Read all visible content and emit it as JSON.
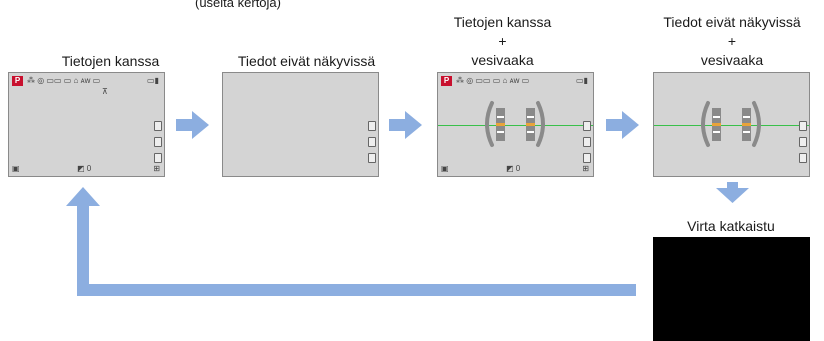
{
  "header_text": "(useita kertoja)",
  "stages": [
    {
      "caption": "Tietojen kanssa"
    },
    {
      "caption": "Tiedot eivät näkyvissä"
    },
    {
      "caption": [
        "Tietojen kanssa",
        "+",
        "vesivaaka"
      ]
    },
    {
      "caption": [
        "Tiedot eivät näkyvissä",
        "+",
        "vesivaaka"
      ]
    },
    {
      "caption": "Virta katkaistu"
    }
  ],
  "screen_indicators": {
    "mode": "P",
    "top_row": "⁂ ◎ ▭▭ ▭ ⌂ ᴀᴡ ▭",
    "battery": "▭▮",
    "bottom_left": "▣",
    "bottom_center": "◩ 0",
    "bottom_right": "⊞"
  },
  "colors": {
    "arrow": "#8caee0",
    "screen": "#d4d4d4",
    "level_line": "#39c04a",
    "mode_badge": "#c8102e"
  }
}
